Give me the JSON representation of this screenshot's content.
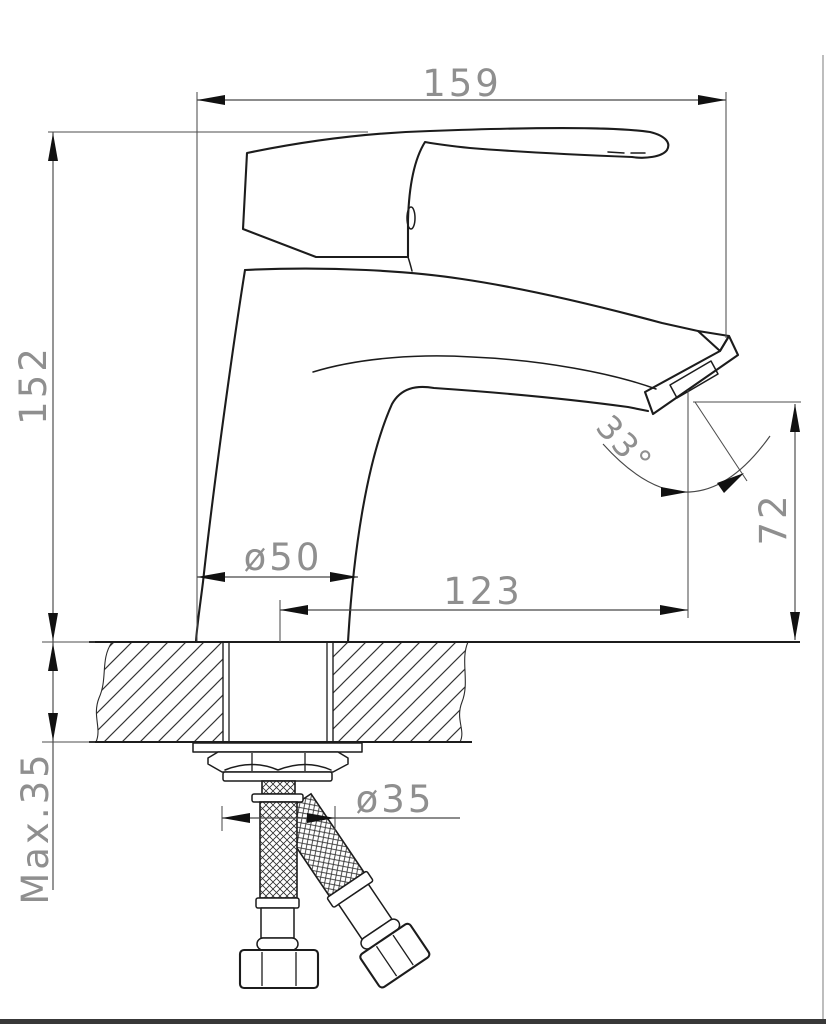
{
  "drawing": {
    "subject": "single-lever basin mixer faucet, side elevation with installation cross-section",
    "dimensions": {
      "overall_width": "159",
      "overall_height": "152",
      "spout_angle": "33°",
      "outlet_height": "72",
      "base_diameter": "ø50",
      "spout_reach": "123",
      "max_counter_thickness": "Max.35",
      "washer_diameter": "ø35"
    },
    "colors": {
      "background": "#ffffff",
      "outline": "#1c1c1c",
      "dimension_lines": "#474747",
      "dimension_text": "#8f8f8f",
      "bottom_bar": "#383838"
    }
  }
}
